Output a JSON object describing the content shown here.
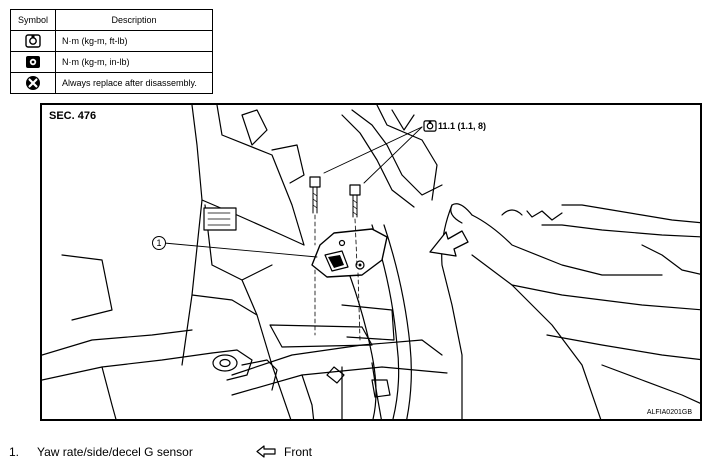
{
  "legend": {
    "header_symbol": "Symbol",
    "header_description": "Description",
    "rows": [
      {
        "icon": "torque-wrench-icon",
        "description": "N·m (kg-m, ft-lb)"
      },
      {
        "icon": "torque-wrench-small-icon",
        "description": "N·m (kg-m, in-lb)"
      },
      {
        "icon": "replace-x-icon",
        "description": "Always replace after disassembly."
      }
    ]
  },
  "diagram": {
    "section": "SEC. 476",
    "torque": "11.1 (1.1, 8)",
    "callout": "1",
    "code": "ALFIA0201GB"
  },
  "captions": {
    "number": "1.",
    "part": "Yaw rate/side/decel G sensor",
    "front": "Front"
  }
}
